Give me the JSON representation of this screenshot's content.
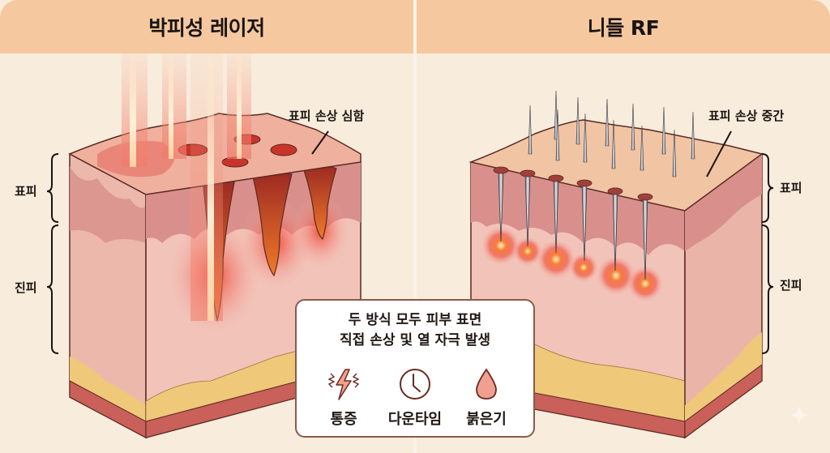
{
  "panels": {
    "left": {
      "title": "박피성 레이저",
      "callout": "표피 손상 심함",
      "layer_labels": {
        "epidermis": "표피",
        "dermis": "진피"
      }
    },
    "right": {
      "title": "니들 RF",
      "callout": "표피 손상 중간",
      "layer_labels": {
        "epidermis": "표피",
        "dermis": "진피"
      }
    }
  },
  "info_box": {
    "line1": "두 방식 모두 피부 표면",
    "line2": "직접 손상 및 열 자극 발생",
    "items": [
      {
        "icon": "lightning-pain-icon",
        "label": "통증"
      },
      {
        "icon": "clock-icon",
        "label": "다운타임"
      },
      {
        "icon": "droplet-icon",
        "label": "붉은기"
      }
    ]
  },
  "colors": {
    "header_bg": "#f5c8a0",
    "page_bg": "#f8ecdc",
    "skin_top": "#f1c4a4",
    "dermis": "#f2c3b8",
    "epidermis_band": "#d98a8a",
    "fat": "#efc879",
    "muscle": "#c9605a",
    "heat_red": "#ef4a3a",
    "icon_fill": "#f0a090",
    "icon_stroke": "#6b2a22"
  }
}
